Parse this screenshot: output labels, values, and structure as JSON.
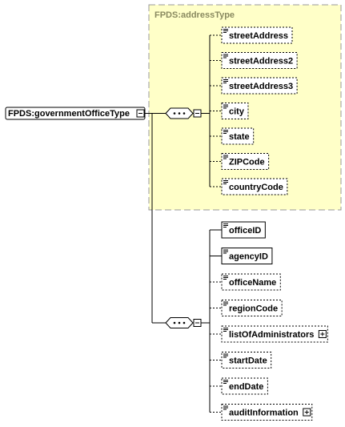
{
  "diagram": {
    "root": {
      "label": "FPDS:governmentOfficeType"
    },
    "group": {
      "label": "FPDS:addressType"
    },
    "address_elements": [
      {
        "label": "streetAddress",
        "optional": true,
        "expandable": false
      },
      {
        "label": "streetAddress2",
        "optional": true,
        "expandable": false
      },
      {
        "label": "streetAddress3",
        "optional": true,
        "expandable": false
      },
      {
        "label": "city",
        "optional": true,
        "expandable": false
      },
      {
        "label": "state",
        "optional": true,
        "expandable": false
      },
      {
        "label": "ZIPCode",
        "optional": true,
        "expandable": false
      },
      {
        "label": "countryCode",
        "optional": true,
        "expandable": false
      }
    ],
    "office_elements": [
      {
        "label": "officeID",
        "optional": false,
        "expandable": false
      },
      {
        "label": "agencyID",
        "optional": false,
        "expandable": false
      },
      {
        "label": "officeName",
        "optional": true,
        "expandable": false
      },
      {
        "label": "regionCode",
        "optional": true,
        "expandable": false
      },
      {
        "label": "listOfAdministrators",
        "optional": true,
        "expandable": true
      },
      {
        "label": "startDate",
        "optional": true,
        "expandable": false
      },
      {
        "label": "endDate",
        "optional": true,
        "expandable": false
      },
      {
        "label": "auditInformation",
        "optional": true,
        "expandable": true
      }
    ],
    "colors": {
      "group_fill": "#ffffc8",
      "group_border": "#9a9a9a",
      "group_label": "#8a8a60",
      "line": "#000000"
    }
  }
}
